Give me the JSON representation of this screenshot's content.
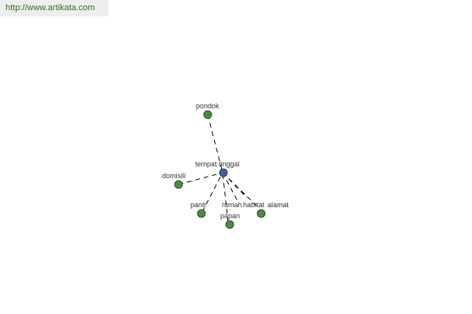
{
  "header": {
    "url": "http://www.artikata.com"
  },
  "colors": {
    "url_text": "#3b6a1e",
    "center_node": "#4b5a9e",
    "leaf_node": "#4f8a44",
    "node_stroke": "#1f2f1f",
    "edge": "#000000"
  },
  "diagram": {
    "center": {
      "label": "tempat tinggal"
    },
    "leaves": [
      {
        "label": "pondok"
      },
      {
        "label": "domisili"
      },
      {
        "label": "panti"
      },
      {
        "label": "rumah"
      },
      {
        "label": "habitat"
      },
      {
        "label": "alamat"
      },
      {
        "label": "papan"
      }
    ]
  }
}
